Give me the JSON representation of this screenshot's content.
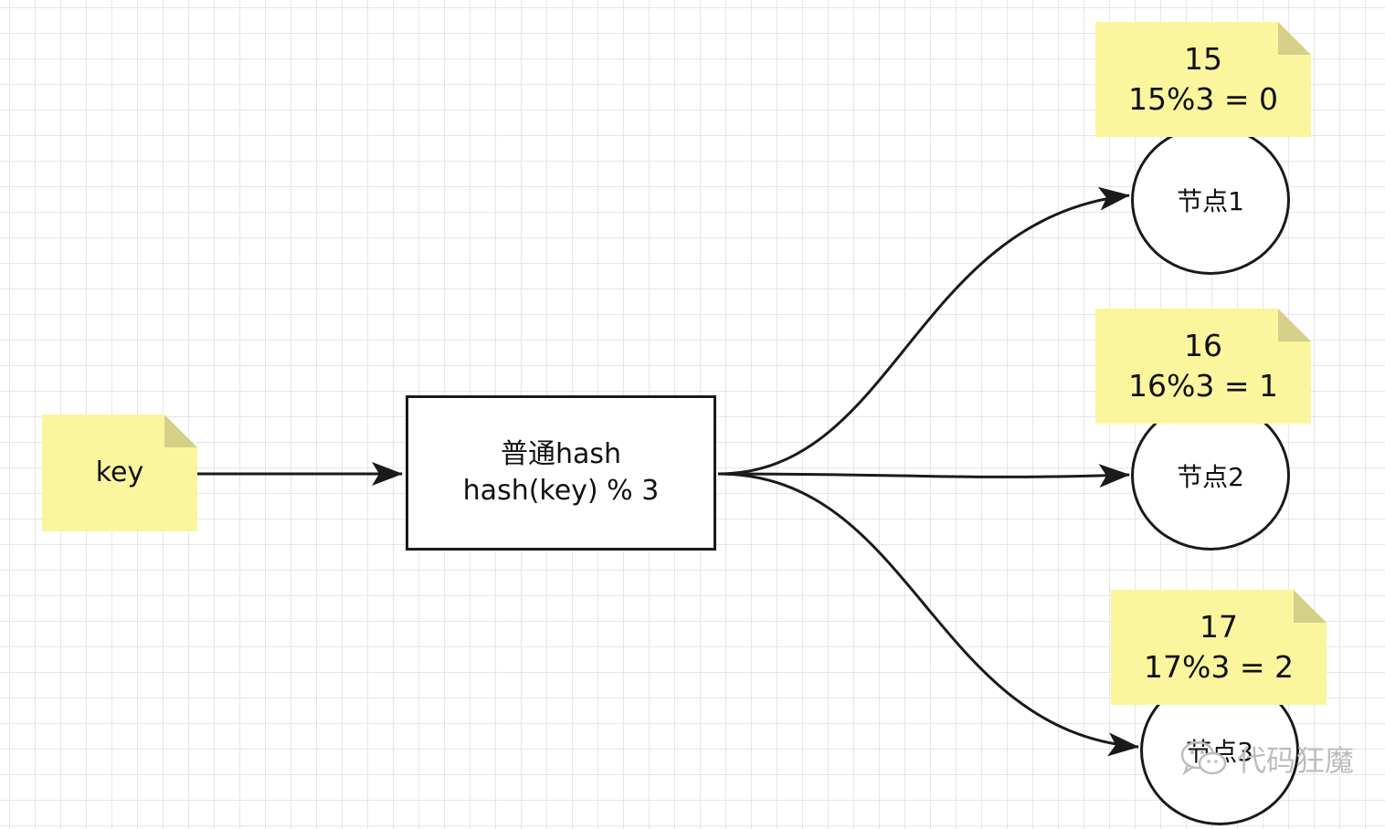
{
  "key_note": {
    "label": "key"
  },
  "hash_box": {
    "line1": "普通hash",
    "line2": "hash(key) % 3"
  },
  "notes": [
    {
      "value": "15",
      "formula": "15%3 = 0"
    },
    {
      "value": "16",
      "formula": "16%3 = 1"
    },
    {
      "value": "17",
      "formula": "17%3 = 2"
    }
  ],
  "nodes": [
    {
      "label": "节点1"
    },
    {
      "label": "节点2"
    },
    {
      "label": "节点3"
    }
  ],
  "watermark": {
    "text": "代码狂魔",
    "icon": "wechat-icon"
  },
  "colors": {
    "note_fill": "#fbf59d",
    "line": "#1a1a1a",
    "grid": "#e6e6e6"
  }
}
